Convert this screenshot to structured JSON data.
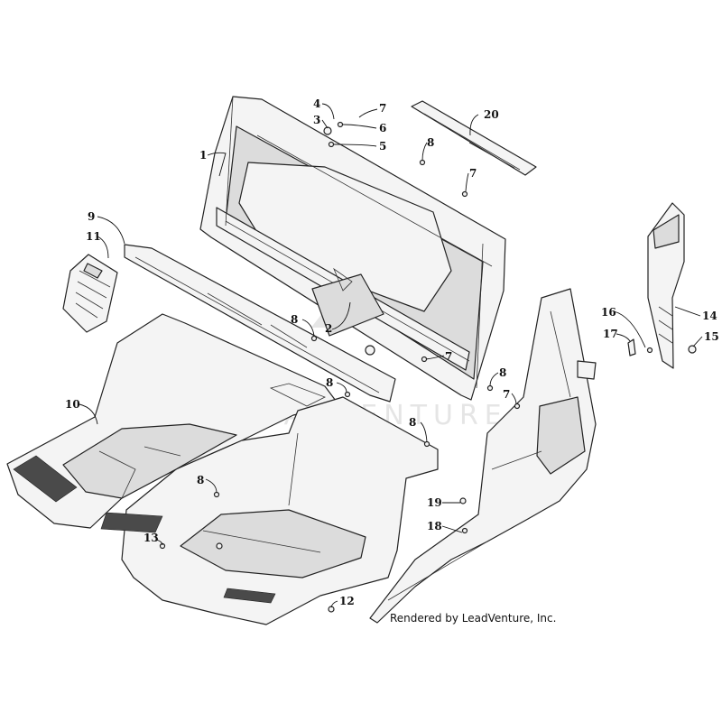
{
  "watermark": "LEADVENTURE",
  "credit": "Rendered by LeadVenture, Inc.",
  "callouts": [
    "1",
    "2",
    "3",
    "4",
    "5",
    "6",
    "7",
    "7",
    "7",
    "7",
    "8",
    "8",
    "8",
    "8",
    "8",
    "8",
    "9",
    "10",
    "11",
    "12",
    "13",
    "14",
    "15",
    "16",
    "17",
    "18",
    "19",
    "20"
  ]
}
